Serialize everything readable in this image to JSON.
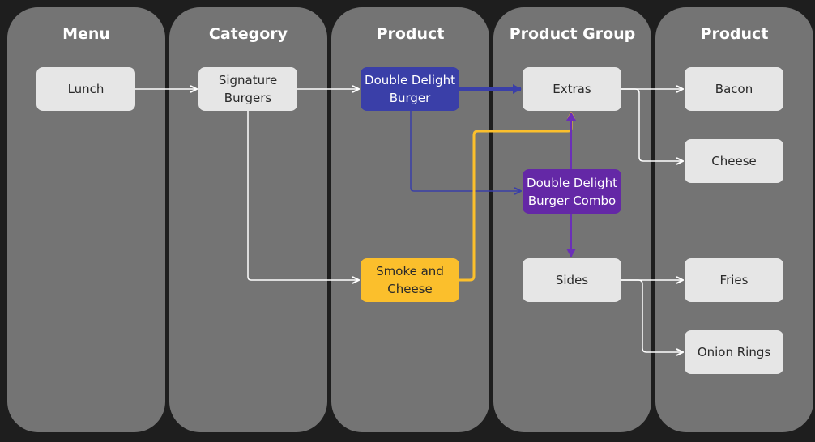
{
  "lanes": [
    "Menu",
    "Category",
    "Product",
    "Product Group",
    "Product"
  ],
  "nodes": {
    "lunch": "Lunch",
    "signature_burgers": "Signature Burgers",
    "double_delight_burger": "Double Delight Burger",
    "smoke_and_cheese": "Smoke and Cheese",
    "extras": "Extras",
    "double_delight_burger_combo": "Double Delight Burger Combo",
    "sides": "Sides",
    "bacon": "Bacon",
    "cheese": "Cheese",
    "fries": "Fries",
    "onion_rings": "Onion Rings"
  },
  "colors": {
    "background": "#1e1e1e",
    "lane": "#747474",
    "node_default": "#e6e6e6",
    "node_blue": "#3a3fa8",
    "node_purple": "#6428a6",
    "node_yellow": "#fbbf2c",
    "edge_white": "#ffffff",
    "edge_blue": "#3a3fa8",
    "edge_purple": "#6b2fb8",
    "edge_yellow": "#fbbf2c"
  }
}
